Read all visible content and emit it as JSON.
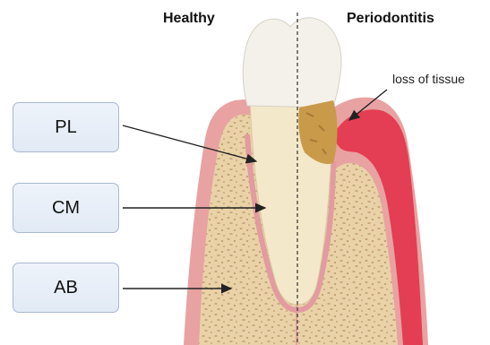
{
  "headers": {
    "left": "Healthy",
    "right": "Periodontitis"
  },
  "annotation": "loss of tissue",
  "labels": {
    "pl": "PL",
    "cm": "CM",
    "ab": "AB"
  },
  "colors": {
    "gum": "#e8a2a2",
    "gum_inflamed": "#e2334a",
    "bone": "#e9d2a8",
    "bone_dots": "#c9a77a",
    "enamel": "#f4f1ea",
    "root": "#f3e8c9",
    "calculus": "#c99a4a",
    "box_border": "#a9b8cf",
    "box_fill": "#e8eef7"
  },
  "icons": [
    "tooth-illustration",
    "gum-tissue",
    "alveolar-bone",
    "dashed-divider"
  ]
}
